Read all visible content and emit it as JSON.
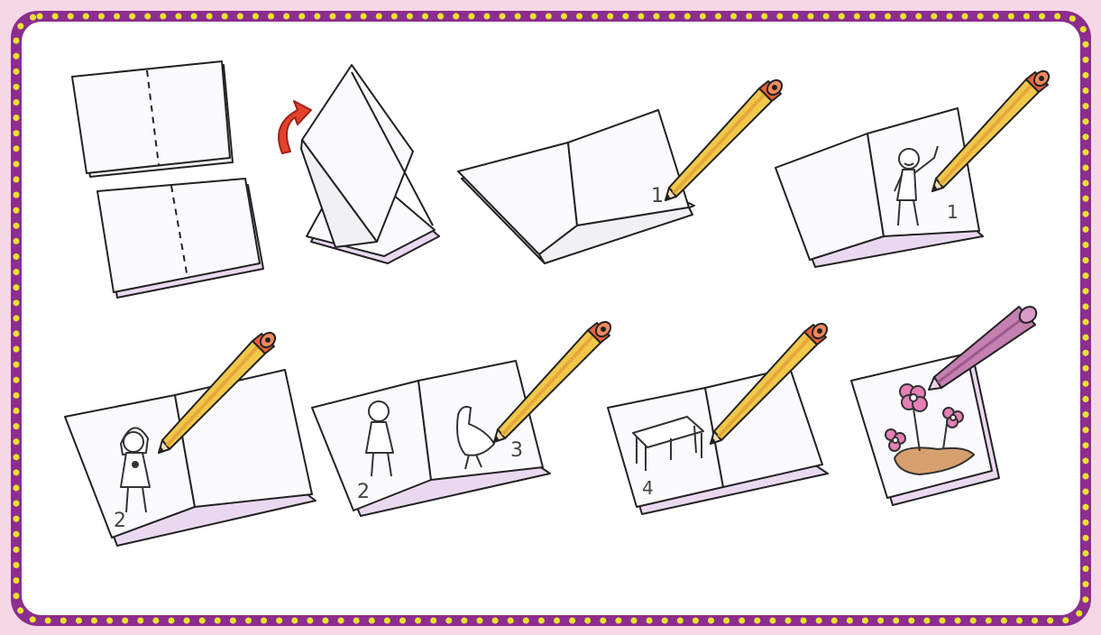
{
  "colors": {
    "page_background": "#f6d7e6",
    "card_background": "#ffffff",
    "border": "#8c2d8f",
    "border_dots": "#e6e32c",
    "paper_shadow": "#ead8f0",
    "pencil_body": "#f2c84a",
    "pencil_stripe": "#e4a93a",
    "pencil_cap": "#e8623a",
    "pink_pencil_body": "#c57fb0",
    "arrow": "#e3412b",
    "flower_pink": "#e77fb6",
    "ground": "#d6a06e"
  },
  "steps": [
    {
      "page_numbers": []
    },
    {
      "page_numbers": []
    },
    {
      "page_numbers": [
        "1"
      ]
    },
    {
      "page_numbers": [
        "1"
      ],
      "drawings": [
        "boy"
      ]
    },
    {
      "page_numbers": [
        "2"
      ],
      "drawings": [
        "girl"
      ]
    },
    {
      "page_numbers": [
        "2",
        "3"
      ],
      "drawings": [
        "girl",
        "bird"
      ]
    },
    {
      "page_numbers": [
        "4"
      ],
      "drawings": [
        "table"
      ]
    },
    {
      "page_numbers": [],
      "drawings": [
        "flowers"
      ]
    }
  ],
  "icons": [
    "fold-arrow-icon",
    "pencil-icon",
    "pink-pencil-icon"
  ]
}
